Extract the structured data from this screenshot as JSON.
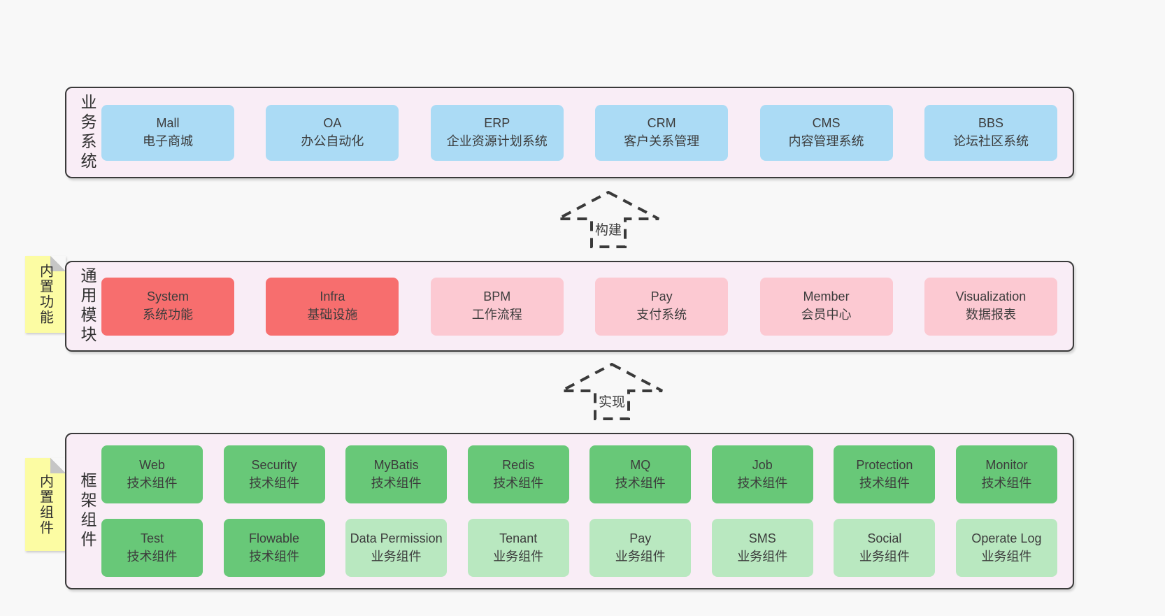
{
  "colors": {
    "blue": "#abdbf5",
    "red": "#f76e6e",
    "pink": "#fcc9d2",
    "green": "#68c878",
    "lightgreen": "#b9e8c0",
    "panel_bg": "#f9edf6",
    "panel_border": "#3a3a3a",
    "note_yellow": "#fcfca3",
    "page_bg": "#f8f8f8"
  },
  "arrows": [
    {
      "label": "构建"
    },
    {
      "label": "实现"
    }
  ],
  "sections": [
    {
      "name": "business-systems",
      "side_label": "业务系统",
      "sticky_note": null,
      "rows": [
        [
          {
            "en": "Mall",
            "zh": "电子商城",
            "variant": "blue"
          },
          {
            "en": "OA",
            "zh": "办公自动化",
            "variant": "blue"
          },
          {
            "en": "ERP",
            "zh": "企业资源计划系统",
            "variant": "blue"
          },
          {
            "en": "CRM",
            "zh": "客户关系管理",
            "variant": "blue"
          },
          {
            "en": "CMS",
            "zh": "内容管理系统",
            "variant": "blue"
          },
          {
            "en": "BBS",
            "zh": "论坛社区系统",
            "variant": "blue"
          }
        ]
      ]
    },
    {
      "name": "common-modules",
      "side_label": "通用模块",
      "sticky_note": "内置功能",
      "rows": [
        [
          {
            "en": "System",
            "zh": "系统功能",
            "variant": "red"
          },
          {
            "en": "Infra",
            "zh": "基础设施",
            "variant": "red"
          },
          {
            "en": "BPM",
            "zh": "工作流程",
            "variant": "pink"
          },
          {
            "en": "Pay",
            "zh": "支付系统",
            "variant": "pink"
          },
          {
            "en": "Member",
            "zh": "会员中心",
            "variant": "pink"
          },
          {
            "en": "Visualization",
            "zh": "数据报表",
            "variant": "pink"
          }
        ]
      ]
    },
    {
      "name": "framework-components",
      "side_label": "框架组件",
      "sticky_note": "内置组件",
      "rows": [
        [
          {
            "en": "Web",
            "zh": "技术组件",
            "variant": "green"
          },
          {
            "en": "Security",
            "zh": "技术组件",
            "variant": "green"
          },
          {
            "en": "MyBatis",
            "zh": "技术组件",
            "variant": "green"
          },
          {
            "en": "Redis",
            "zh": "技术组件",
            "variant": "green"
          },
          {
            "en": "MQ",
            "zh": "技术组件",
            "variant": "green"
          },
          {
            "en": "Job",
            "zh": "技术组件",
            "variant": "green"
          },
          {
            "en": "Protection",
            "zh": "技术组件",
            "variant": "green"
          },
          {
            "en": "Monitor",
            "zh": "技术组件",
            "variant": "green"
          }
        ],
        [
          {
            "en": "Test",
            "zh": "技术组件",
            "variant": "green"
          },
          {
            "en": "Flowable",
            "zh": "技术组件",
            "variant": "green"
          },
          {
            "en": "Data Permission",
            "zh": "业务组件",
            "variant": "lightgreen"
          },
          {
            "en": "Tenant",
            "zh": "业务组件",
            "variant": "lightgreen"
          },
          {
            "en": "Pay",
            "zh": "业务组件",
            "variant": "lightgreen"
          },
          {
            "en": "SMS",
            "zh": "业务组件",
            "variant": "lightgreen"
          },
          {
            "en": "Social",
            "zh": "业务组件",
            "variant": "lightgreen"
          },
          {
            "en": "Operate Log",
            "zh": "业务组件",
            "variant": "lightgreen"
          }
        ]
      ]
    }
  ]
}
